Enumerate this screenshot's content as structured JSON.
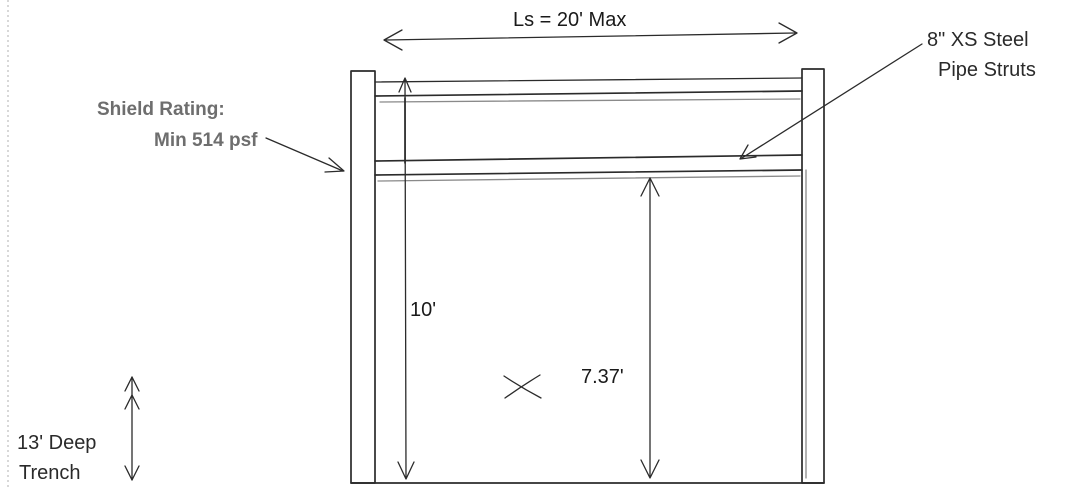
{
  "labels": {
    "span": "Ls = 20' Max",
    "shield_rating_1": "Shield Rating:",
    "shield_rating_2": "Min 514 psf",
    "struts_1": "8\" XS Steel",
    "struts_2": "Pipe Struts",
    "dim_10": "10'",
    "dim_737": "7.37'",
    "trench_1": "13' Deep",
    "trench_2": "Trench"
  },
  "colors": {
    "line": "#2b2b2b",
    "bold_label": "#6e6e6e"
  }
}
